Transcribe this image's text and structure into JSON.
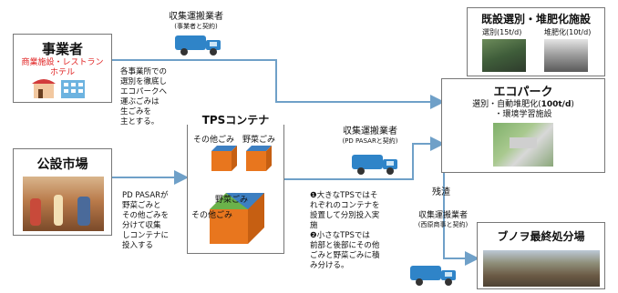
{
  "colors": {
    "line": "#6fa0c8",
    "truck": "#2f84c8",
    "container_orange": "#e8761e",
    "container_green": "#6bb24a",
    "container_blue": "#3d7fc1",
    "red_text": "#e02020"
  },
  "business": {
    "title": "事業者",
    "subtitle": "商業施設・レストラン\nホテル"
  },
  "market": {
    "title": "公設市場"
  },
  "truck_top": {
    "label": "収集運搬業者",
    "sub": "(事業者と契約)"
  },
  "truck_mid": {
    "label": "収集運搬業者",
    "sub": "(PD PASARと契約)"
  },
  "truck_bottom": {
    "label": "収集運搬業者",
    "sub": "(西原商事と契約)"
  },
  "note_business": "各事業所での\n選別を徹底し\nエコパークへ\n運ぶごみは\n生ごみを\n主とする。",
  "note_market": "PD PASARが\n野菜ごみと\nその他ごみを\n分けて収集\nしコンテナに\n投入する",
  "tps": {
    "title": "TPSコンテナ",
    "label_other_top": "その他ごみ",
    "label_veg_top": "野菜ごみ",
    "label_veg_bottom": "野菜ごみ",
    "label_other_bottom": "その他ごみ"
  },
  "tps_note": "❶大きなTPSではそ\nれぞれのコンテナを\n設置して分別投入実\n施\n❷小さなTPSでは\n前部と後部にその他\nごみと野菜ごみに積\nみ分ける。",
  "existing": {
    "title": "既設選別・堆肥化施設",
    "caption_left": "選別(15t/d)",
    "caption_right": "堆肥化(10t/d)"
  },
  "ecopark": {
    "title": "エコパーク",
    "line1_prefix": "選別・自動堆肥化(",
    "line1_bold": "100t/d",
    "line1_suffix": ")",
    "line2": "・環境学習施設"
  },
  "residue_label": "残渣",
  "landfill": {
    "title": "ブノヲ最終処分場"
  }
}
